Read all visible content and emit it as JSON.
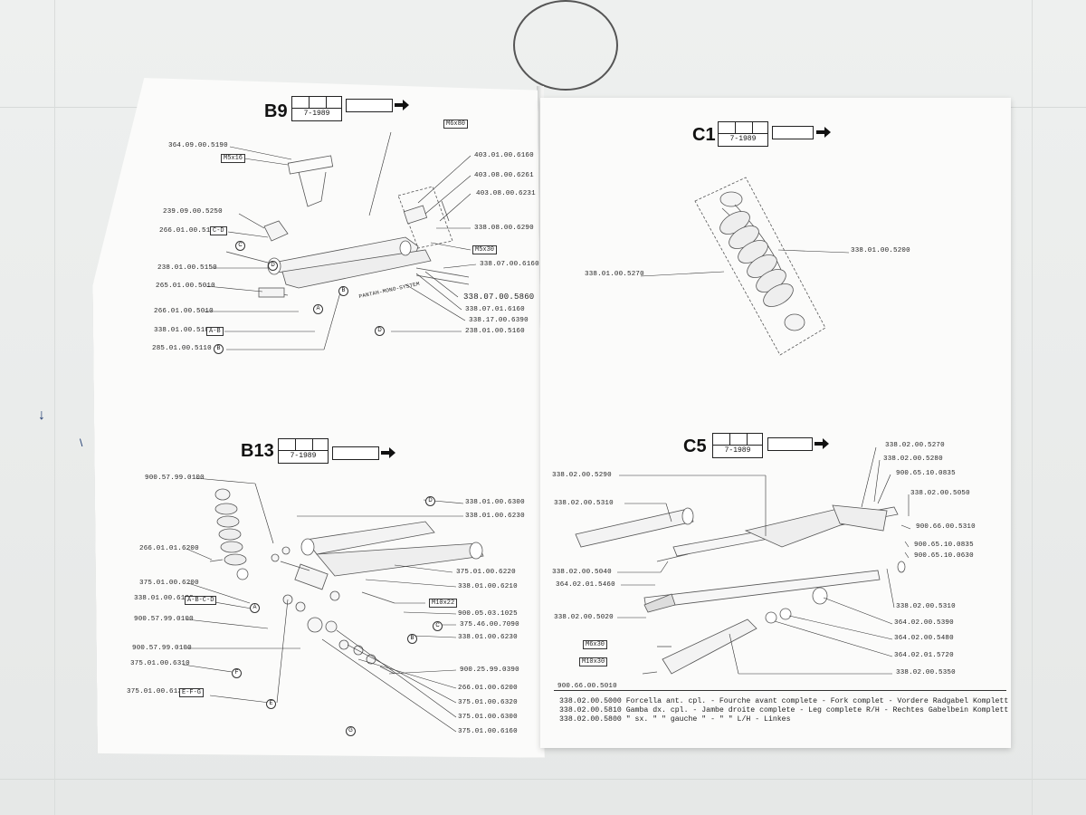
{
  "b9": {
    "id": "B9",
    "date": "7-1989",
    "labels": [
      "364.09.00.5190",
      "M5x16",
      "239.09.00.5250",
      "266.01.00.5120",
      "238.01.00.5150",
      "265.01.00.5010",
      "266.01.00.5010",
      "338.01.00.5100",
      "285.01.00.5110",
      "M6x80",
      "403.01.00.6160",
      "403.08.00.6261",
      "403.08.00.6231",
      "338.08.00.6290",
      "M5x30",
      "338.07.00.6160",
      "338.07.00.5860",
      "338.07.01.6160",
      "338.17.00.6390",
      "238.01.00.5160"
    ],
    "boxed": [
      "C-D",
      "A-B"
    ],
    "decal": "PANTAH-MONO-SYSTEM"
  },
  "c1": {
    "id": "C1",
    "date": "7-1989",
    "labels": [
      "338.01.00.5270",
      "338.01.00.5200"
    ]
  },
  "b13": {
    "id": "B13",
    "date": "7-1989",
    "labels": [
      "900.57.99.0100",
      "266.01.01.6200",
      "375.01.00.6200",
      "338.01.00.6130",
      "900.57.99.0100",
      "900.57.99.0100",
      "375.01.00.6310",
      "375.01.00.6130",
      "338.01.00.6300",
      "338.01.00.6230",
      "375.01.00.6220",
      "338.01.00.6210",
      "M10x22",
      "900.05.03.1025",
      "375.46.00.7090",
      "338.01.00.6230",
      "900.25.99.0390",
      "266.01.00.6200",
      "375.01.00.6320",
      "375.01.00.6300",
      "375.01.00.6160"
    ],
    "boxed": [
      "A-B-C-D",
      "E-F-G"
    ]
  },
  "c5": {
    "id": "C5",
    "date": "7-1989",
    "labels": [
      "338.02.00.5290",
      "338.02.00.5310",
      "338.02.00.5040",
      "364.02.01.5460",
      "338.02.00.5020",
      "M6x30",
      "M10x30",
      "900.66.00.5010",
      "338.02.00.5270",
      "338.02.00.5280",
      "900.65.10.0835",
      "338.02.00.5050",
      "900.66.00.5310",
      "900.65.10.0835",
      "900.65.10.0630",
      "338.02.00.5310",
      "364.02.00.5390",
      "364.02.00.5480",
      "364.02.01.5720",
      "338.02.00.5350"
    ]
  },
  "legend": [
    {
      "code": "338.02.00.5000",
      "text": "Forcella ant. cpl. - Fourche avant complete - Fork complet - Vordere Radgabel Komplett"
    },
    {
      "code": "338.02.00.5810",
      "text": "Gamba dx. cpl. - Jambe droite complete - Leg complete R/H - Rechtes Gabelbein Komplett"
    },
    {
      "code": "338.02.00.5800",
      "text": "\"  sx.  \"    \"  gauche  \"    -    \"    \"  L/H  -  Linkes"
    }
  ]
}
